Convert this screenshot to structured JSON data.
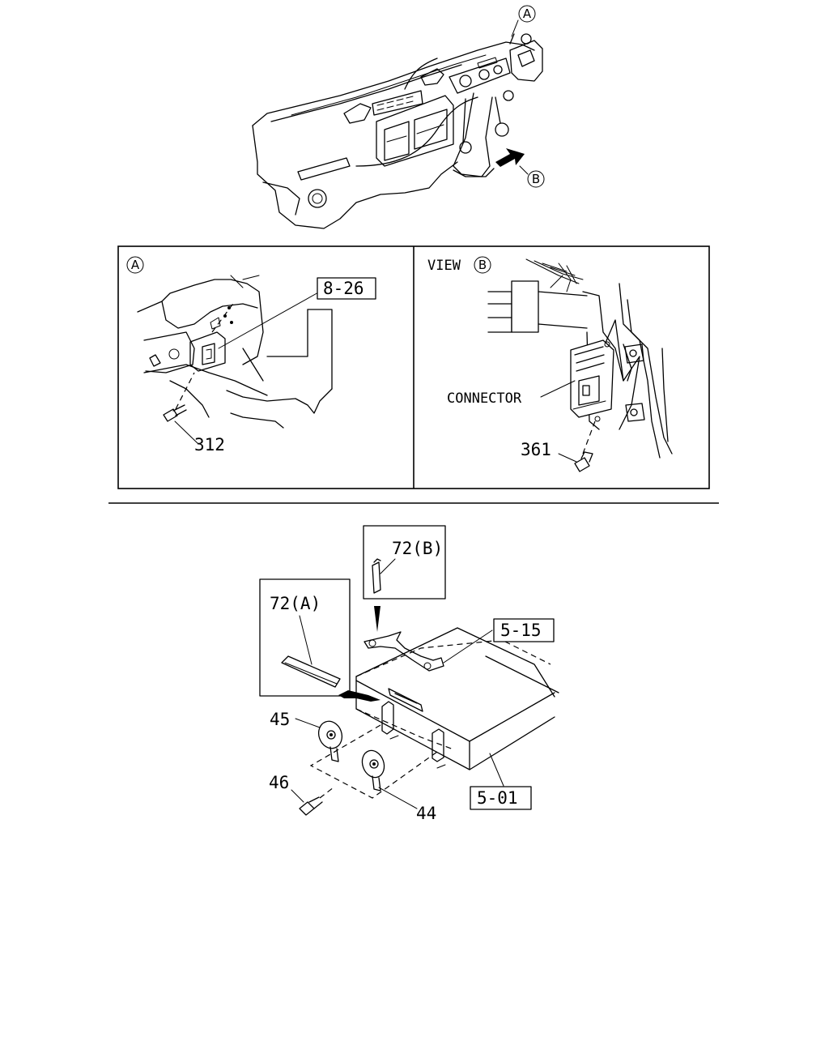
{
  "callouts": {
    "top_a": "A",
    "top_b": "B"
  },
  "panel_a": {
    "marker": "A",
    "ref_box": "8-26",
    "part": "312"
  },
  "panel_b": {
    "view_label": "VIEW",
    "marker": "B",
    "connector_label": "CONNECTOR",
    "part": "361"
  },
  "lower": {
    "inset_a_label": "72(A)",
    "inset_b_label": "72(B)",
    "ref_top": "5-15",
    "ref_bottom": "5-01",
    "part_45": "45",
    "part_46": "46",
    "part_44": "44"
  }
}
